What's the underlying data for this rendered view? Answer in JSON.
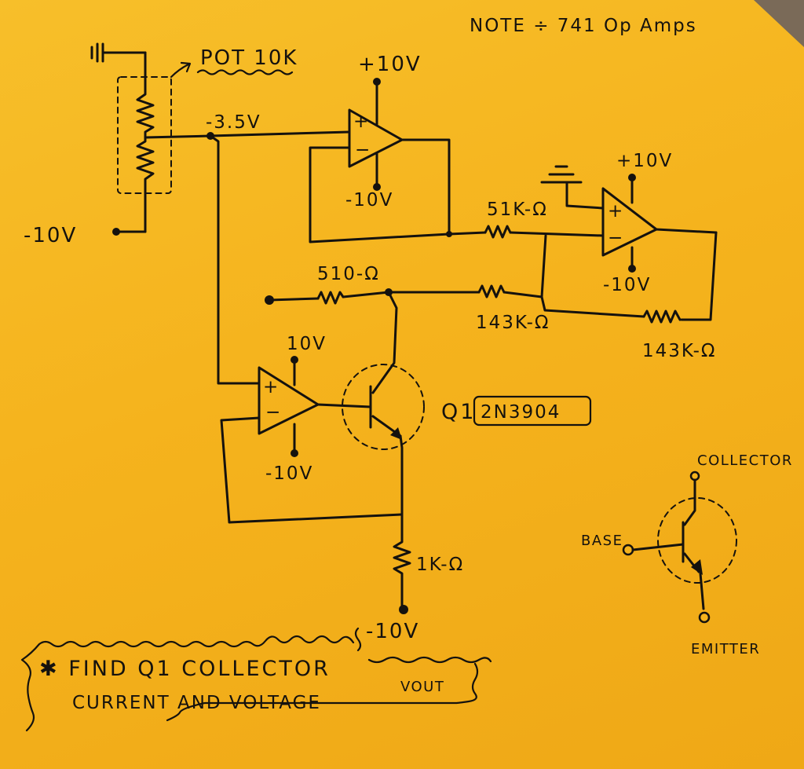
{
  "note": "NOTE ÷ 741 Op Amps",
  "pot_label": "POT 10K",
  "labels": {
    "neg10v_left": "-10V",
    "neg3_5v": "-3.5V",
    "oa1_vplus": "+10V",
    "oa1_vminus": "-10V",
    "oa2_vplus": "+10V",
    "oa2_vminus": "-10V",
    "oa3_vplus": "10V",
    "oa3_vminus": "-10V",
    "plus": "+",
    "minus": "−",
    "r51k": "51K-Ω",
    "r510": "510-Ω",
    "r143k_a": "143K-Ω",
    "r143k_b": "143K-Ω",
    "r1k": "1K-Ω",
    "neg10v_bottom": "-10V",
    "q1_ref": "Q1",
    "q1_part": "2N3904"
  },
  "pinout": {
    "collector": "COLLECTOR",
    "base": "BASE",
    "emitter": "EMITTER"
  },
  "question": {
    "line1": "✱ FIND Q1 COLLECTOR",
    "line2": "CURRENT AND VOLTAGE",
    "vout": "VOUT"
  },
  "colors": {
    "paper": "#f5b31d",
    "ink": "#15120e"
  }
}
